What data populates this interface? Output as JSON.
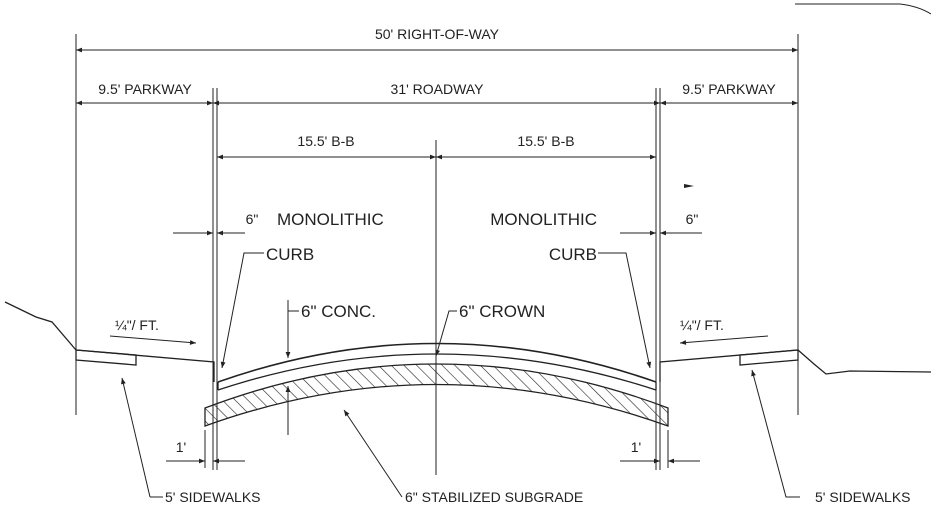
{
  "dimensions": {
    "right_of_way": "50' RIGHT-OF-WAY",
    "parkway_left": "9.5' PARKWAY",
    "roadway": "31' ROADWAY",
    "parkway_right": "9.5' PARKWAY",
    "bb_left": "15.5' B-B",
    "bb_right": "15.5' B-B",
    "curb_width_left": "6\"",
    "curb_width_right": "6\"",
    "base_ext_left": "1'",
    "base_ext_right": "1'"
  },
  "labels": {
    "monolithic_left": "MONOLITHIC",
    "curb_left": "CURB",
    "monolithic_right": "MONOLITHIC",
    "curb_right": "CURB",
    "concrete": "6\" CONC.",
    "crown": "6\" CROWN",
    "slope_left_frac": "¼",
    "slope_left_unit": "\"/ FT.",
    "slope_right_frac": "¼",
    "slope_right_unit": "\"/ FT.",
    "sidewalks_left": "5' SIDEWALKS",
    "sidewalks_right": "5' SIDEWALKS",
    "subgrade": "6\" STABILIZED SUBGRADE"
  }
}
